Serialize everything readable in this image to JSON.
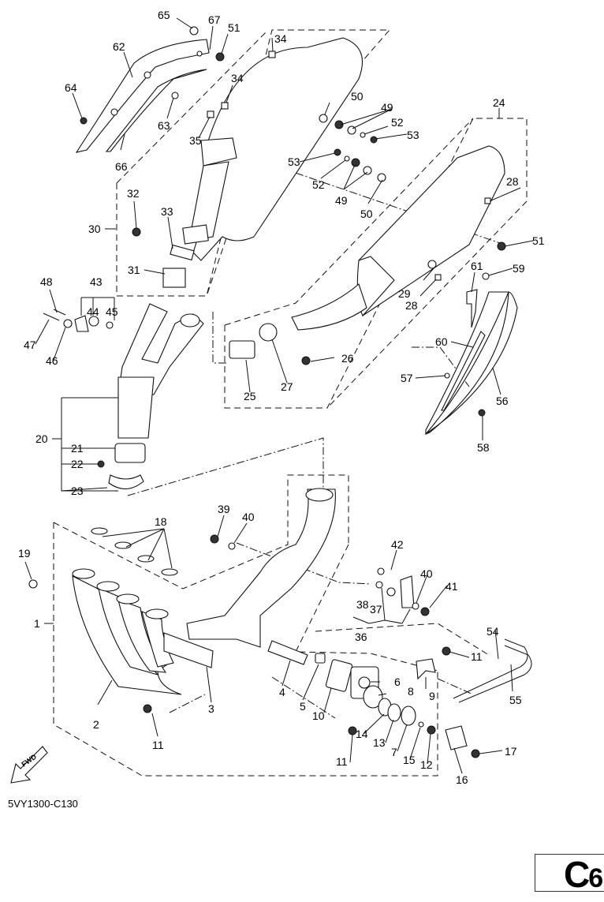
{
  "diagram": {
    "title": "Exhaust system exploded parts diagram",
    "reference_code": "5VY1300-C130",
    "page_tag": {
      "letter": "C",
      "number": "6"
    },
    "direction_marker": {
      "label": "FWD",
      "icon": "forward-arrow-icon"
    },
    "callouts": [
      {
        "n": "1"
      },
      {
        "n": "2"
      },
      {
        "n": "3"
      },
      {
        "n": "4"
      },
      {
        "n": "5"
      },
      {
        "n": "6"
      },
      {
        "n": "7"
      },
      {
        "n": "8"
      },
      {
        "n": "9"
      },
      {
        "n": "10"
      },
      {
        "n": "11"
      },
      {
        "n": "11"
      },
      {
        "n": "11"
      },
      {
        "n": "12"
      },
      {
        "n": "13"
      },
      {
        "n": "14"
      },
      {
        "n": "15"
      },
      {
        "n": "16"
      },
      {
        "n": "17"
      },
      {
        "n": "18"
      },
      {
        "n": "19"
      },
      {
        "n": "20"
      },
      {
        "n": "21"
      },
      {
        "n": "22"
      },
      {
        "n": "23"
      },
      {
        "n": "24"
      },
      {
        "n": "25"
      },
      {
        "n": "26"
      },
      {
        "n": "27"
      },
      {
        "n": "28"
      },
      {
        "n": "28"
      },
      {
        "n": "29"
      },
      {
        "n": "30"
      },
      {
        "n": "31"
      },
      {
        "n": "32"
      },
      {
        "n": "33"
      },
      {
        "n": "34"
      },
      {
        "n": "34"
      },
      {
        "n": "35"
      },
      {
        "n": "36"
      },
      {
        "n": "37"
      },
      {
        "n": "38"
      },
      {
        "n": "39"
      },
      {
        "n": "40"
      },
      {
        "n": "40"
      },
      {
        "n": "41"
      },
      {
        "n": "42"
      },
      {
        "n": "43"
      },
      {
        "n": "44"
      },
      {
        "n": "45"
      },
      {
        "n": "46"
      },
      {
        "n": "47"
      },
      {
        "n": "48"
      },
      {
        "n": "49"
      },
      {
        "n": "49"
      },
      {
        "n": "50"
      },
      {
        "n": "50"
      },
      {
        "n": "51"
      },
      {
        "n": "51"
      },
      {
        "n": "52"
      },
      {
        "n": "52"
      },
      {
        "n": "53"
      },
      {
        "n": "53"
      },
      {
        "n": "54"
      },
      {
        "n": "55"
      },
      {
        "n": "56"
      },
      {
        "n": "57"
      },
      {
        "n": "58"
      },
      {
        "n": "59"
      },
      {
        "n": "60"
      },
      {
        "n": "61"
      },
      {
        "n": "62"
      },
      {
        "n": "63"
      },
      {
        "n": "64"
      },
      {
        "n": "65"
      },
      {
        "n": "66"
      },
      {
        "n": "67"
      }
    ]
  }
}
